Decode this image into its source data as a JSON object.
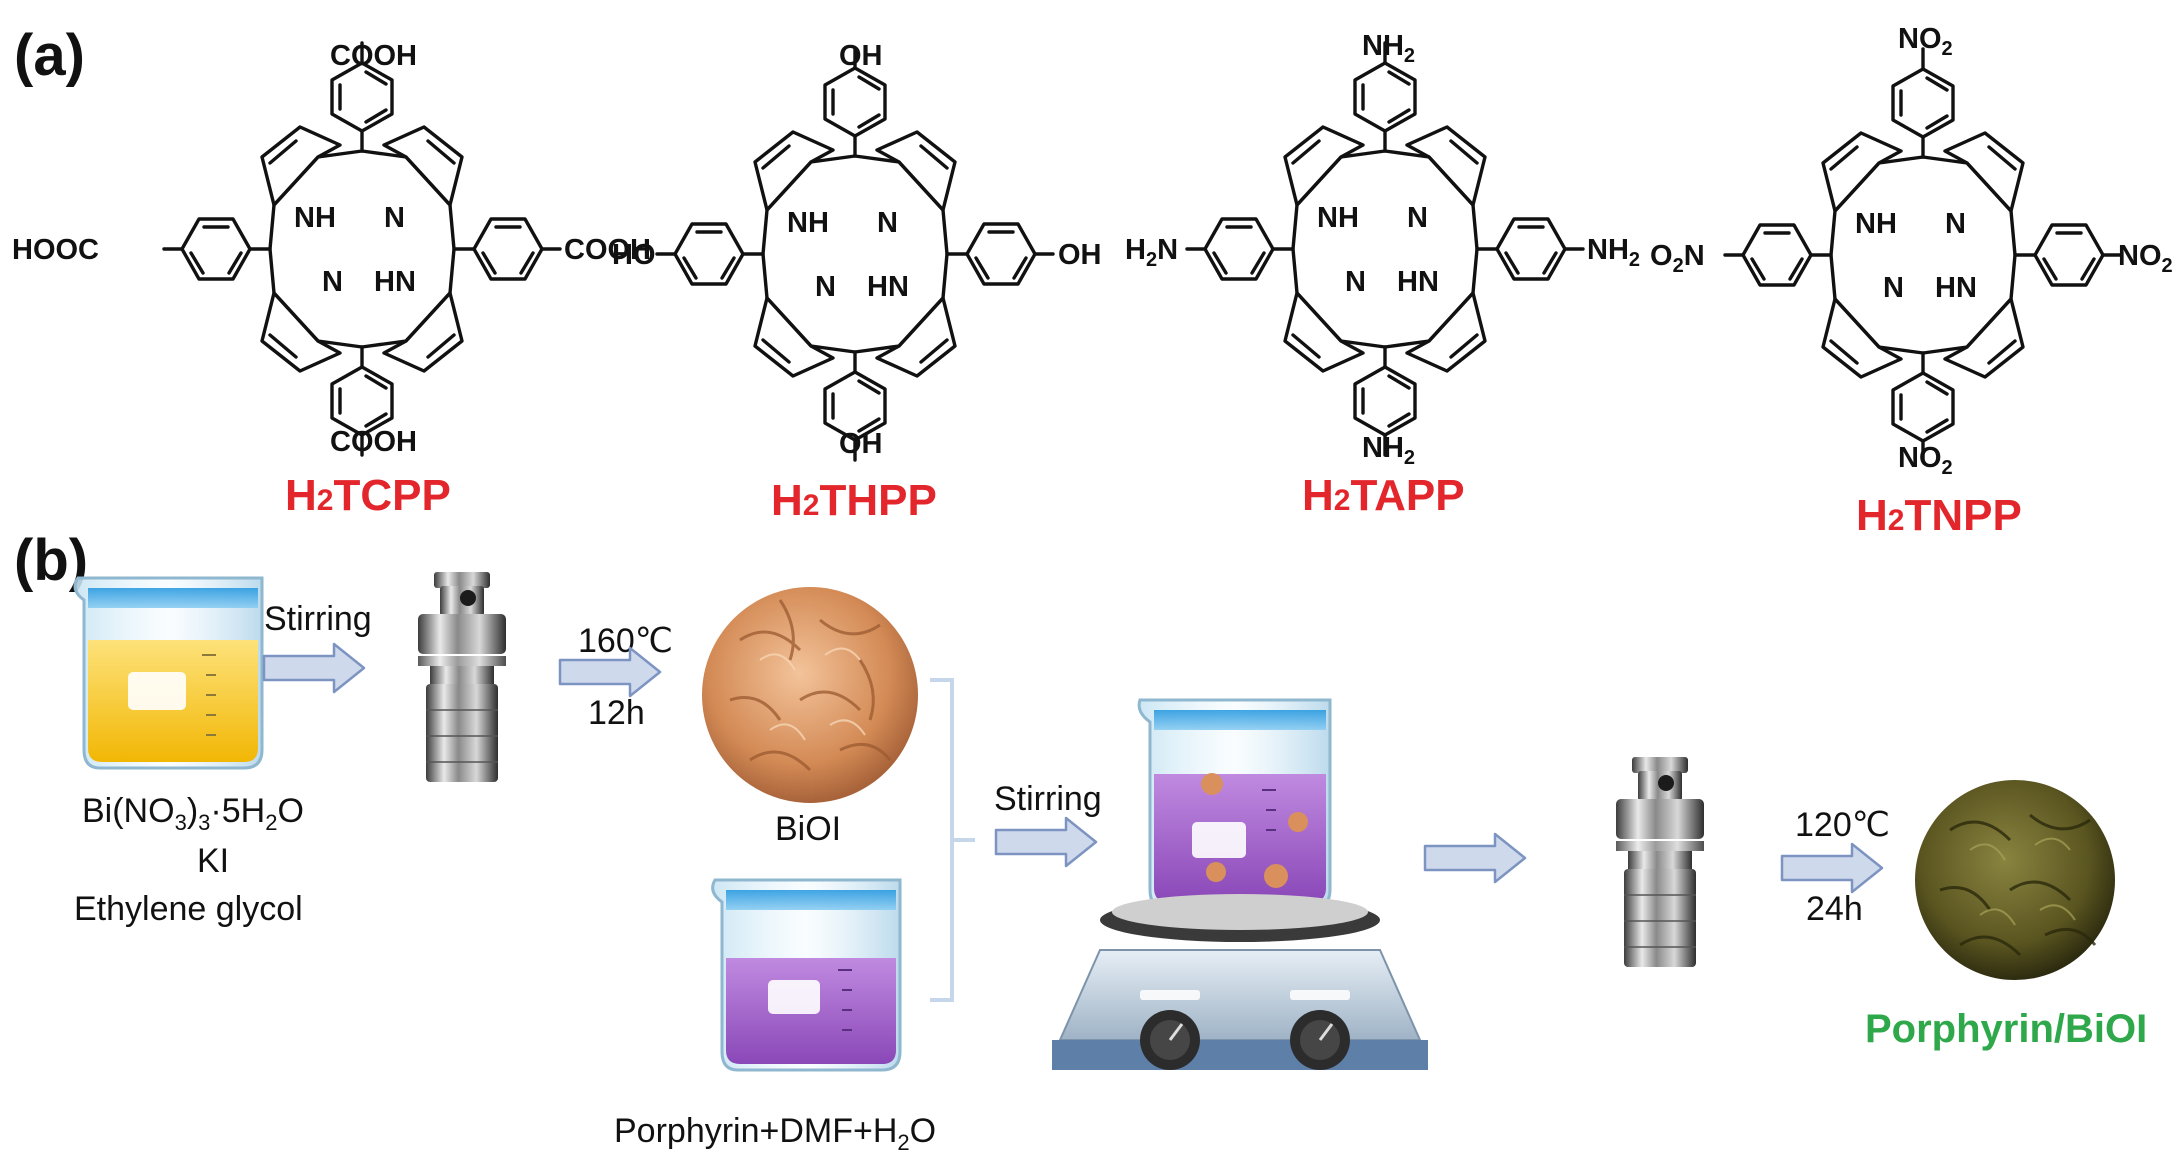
{
  "panel_a": {
    "label": "(a)",
    "molecules": [
      {
        "name_pre": "H",
        "name_sub": "2",
        "name_post": "TCPP",
        "top": "COOH",
        "bottom": "COOH",
        "left": "HOOC",
        "right": "COOH"
      },
      {
        "name_pre": "H",
        "name_sub": "2",
        "name_post": "THPP",
        "top": "OH",
        "bottom": "OH",
        "left": "HO",
        "right": "OH"
      },
      {
        "name_pre": "H",
        "name_sub": "2",
        "name_post": "TAPP",
        "top": "NH2",
        "bottom": "NH2",
        "left": "H2N",
        "right": "NH2"
      },
      {
        "name_pre": "H",
        "name_sub": "2",
        "name_post": "TNPP",
        "top": "NO2",
        "bottom": "NO2",
        "left": "O2N",
        "right": "NO2"
      }
    ],
    "core_labels": {
      "nh_top": "NH",
      "n_top": "N",
      "n_bottom": "N",
      "hn_bottom": "HN"
    }
  },
  "panel_b": {
    "label": "(b)",
    "step1_arrow": "Stirring",
    "precursors": [
      "Bi(NO3)3·5H2O",
      "KI",
      "Ethylene glycol"
    ],
    "step2_arrow_top": "160℃",
    "step2_arrow_bottom": "12h",
    "biol_label": "BiOI",
    "porphyrin_solution": "Porphyrin+DMF+H2O",
    "step3_arrow": "Stirring",
    "step5_arrow_top": "120℃",
    "step5_arrow_bottom": "24h",
    "product": "Porphyrin/BiOI"
  },
  "colors": {
    "red_label": "#e2262b",
    "green_label": "#2ea84a",
    "yellow_solution": "#f5c40f",
    "purple_solution": "#9a57c4",
    "biol_sphere": "#d9905c",
    "product_sphere": "#5e5a22",
    "arrow_fill": "#cfd9ec",
    "arrow_stroke": "#7d94c2"
  }
}
